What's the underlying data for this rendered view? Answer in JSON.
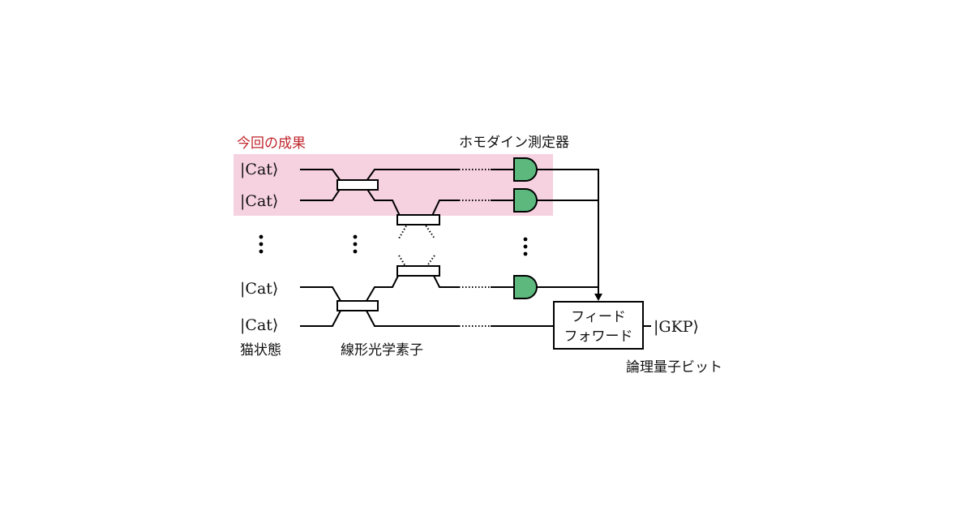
{
  "highlight": {
    "label": "今回の成果",
    "fill": "#f6d1e0",
    "label_color": "#c0262d"
  },
  "detector": {
    "label": "ホモダイン測定器",
    "color": "#5cb87d"
  },
  "inputs": [
    "|Cat⟩",
    "|Cat⟩",
    "|Cat⟩",
    "|Cat⟩"
  ],
  "input_caption": "猫状態",
  "optics_caption": "線形光学素子",
  "feedforward": {
    "line1": "フィード",
    "line2": "フォワード"
  },
  "output": {
    "state": "|GKP⟩",
    "caption": "論理量子ビット"
  }
}
